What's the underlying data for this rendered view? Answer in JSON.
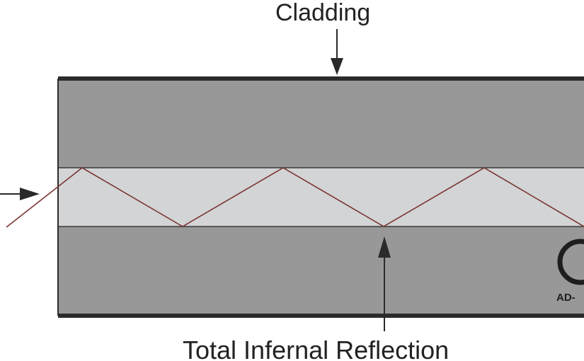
{
  "labels": {
    "cladding": "Cladding",
    "reflection": "Total Infernal Reflection"
  },
  "watermark": {
    "text": "AD-"
  },
  "colors": {
    "cladding": "#989898",
    "core": "#d3d4d5",
    "border": "#3a3a3a",
    "outer_edge": "#2b2b2b",
    "ray": "#7a3535",
    "arrow": "#2a2a2a",
    "text": "#222222"
  }
}
